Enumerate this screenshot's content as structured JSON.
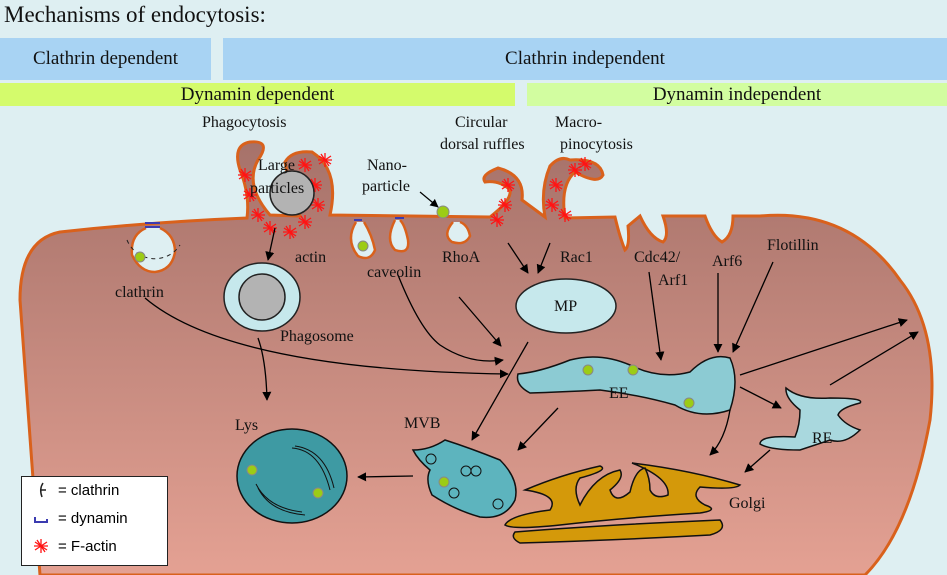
{
  "title": "Mechanisms of endocytosis:",
  "bands": {
    "clathrin_dependent": "Clathrin dependent",
    "clathrin_independent": "Clathrin independent",
    "dynamin_dependent": "Dynamin dependent",
    "dynamin_independent": "Dynamin independent"
  },
  "pathways": {
    "phagocytosis": "Phagocytosis",
    "large_particles_1": "Large",
    "large_particles_2": "particles",
    "nano_1": "Nano-",
    "nano_2": "particle",
    "circular_1": "Circular",
    "circular_2": "dorsal ruffles",
    "macro_1": "Macro-",
    "macro_2": "pinocytosis"
  },
  "labels": {
    "clathrin": "clathrin",
    "actin": "actin",
    "caveolin": "caveolin",
    "rhoa": "RhoA",
    "rac1": "Rac1",
    "cdc42_1": "Cdc42/",
    "cdc42_2": "Arf1",
    "arf6": "Arf6",
    "flotillin": "Flotillin",
    "phagosome": "Phagosome",
    "mp": "MP",
    "ee": "EE",
    "re": "RE",
    "mvb": "MVB",
    "lys": "Lys",
    "golgi": "Golgi"
  },
  "legend": {
    "items": [
      {
        "icon": "clathrin-icon",
        "label": "= clathrin"
      },
      {
        "icon": "dynamin-icon",
        "label": "= dynamin"
      },
      {
        "icon": "f-actin-icon",
        "label": "= F-actin"
      }
    ]
  },
  "colors": {
    "membrane": "#d9611c",
    "cell_top": "#a7736a",
    "cell_bottom": "#e19d8f",
    "organelle": "#8ccbd3",
    "golgi": "#d4990a",
    "cargo": "#9ccc15",
    "actin": "#ff1010",
    "dynamin": "#3b3bb0"
  }
}
